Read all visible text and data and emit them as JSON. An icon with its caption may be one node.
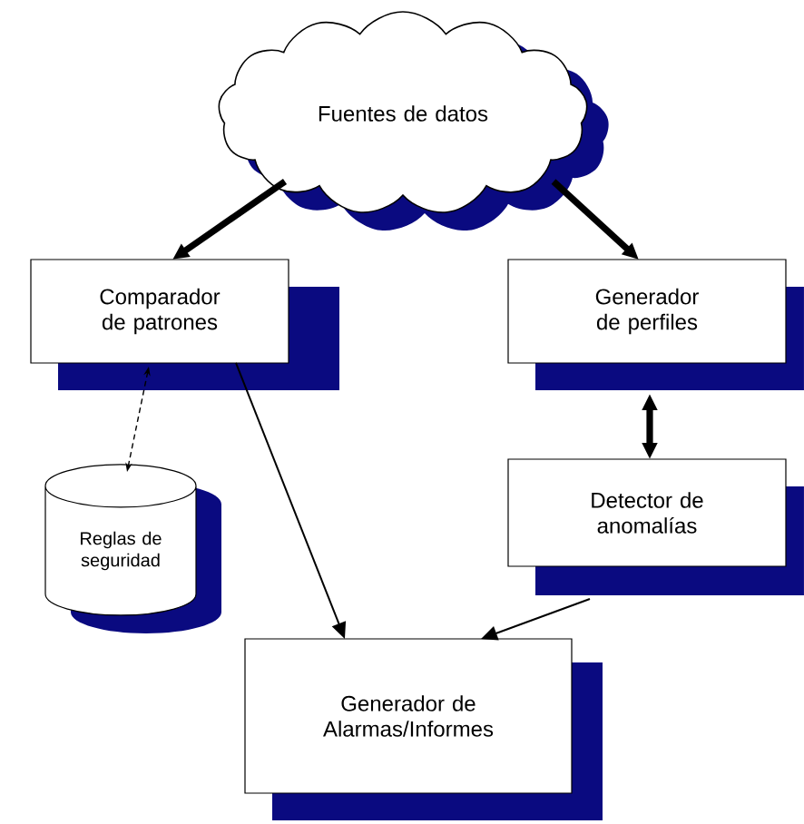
{
  "diagram": {
    "nodes": [
      {
        "text": [
          "Fuentes de datos"
        ]
      },
      {
        "text": [
          "Comparador de patrones"
        ]
      },
      {
        "text": [
          "Generador de perfiles"
        ]
      },
      {
        "text": [
          "Reglas de seguridad"
        ]
      },
      {
        "text": [
          "Detector de anomalías"
        ]
      },
      {
        "text": [
          "Generador de Alarmas/Informes"
        ]
      }
    ],
    "edges": [
      {
        "from": 0,
        "to": 1,
        "arrow": "to",
        "style": "thick"
      },
      {
        "from": 0,
        "to": 2,
        "arrow": "to",
        "style": "thick"
      },
      {
        "from": 1,
        "to": 3,
        "arrow": "both",
        "style": "dashed"
      },
      {
        "from": 2,
        "to": 4,
        "arrow": "both",
        "style": "thick"
      },
      {
        "from": 1,
        "to": 5,
        "arrow": "to"
      },
      {
        "from": 4,
        "to": 5,
        "arrow": "to"
      }
    ]
  }
}
